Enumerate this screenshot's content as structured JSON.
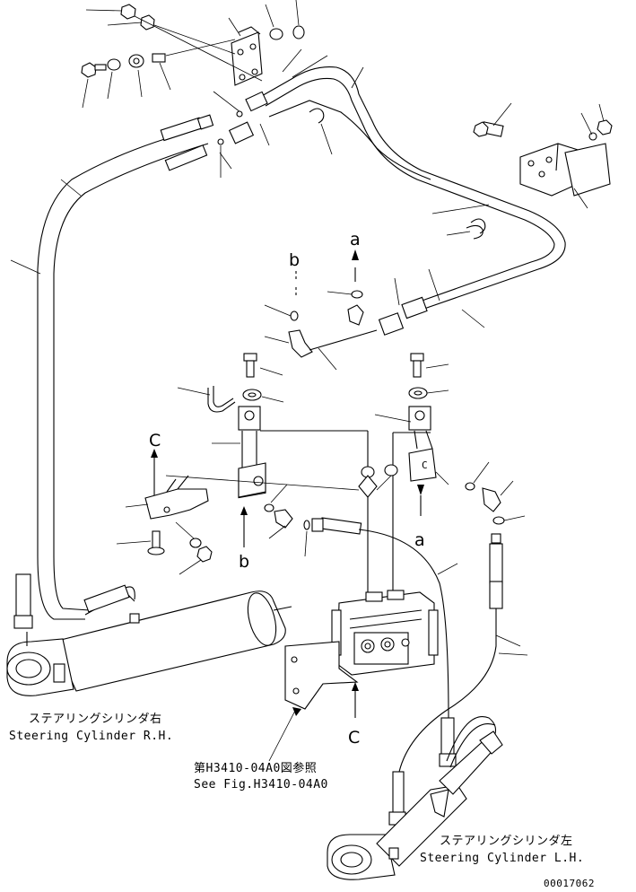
{
  "callouts": {
    "a_top": "a",
    "b_top": "b",
    "c_left": "C",
    "b_bottom": "b",
    "a_bottom": "a",
    "c_bottom": "C"
  },
  "labels": {
    "steering_rh_jp": "ステアリングシリンダ右",
    "steering_rh_en": "Steering Cylinder R.H.",
    "see_fig_jp": "第H3410-04A0図参照",
    "see_fig_en": "See Fig.H3410-04A0",
    "steering_lh_jp": "ステアリングシリンダ左",
    "steering_lh_en": "Steering Cylinder L.H."
  },
  "drawing_number": "00017062"
}
